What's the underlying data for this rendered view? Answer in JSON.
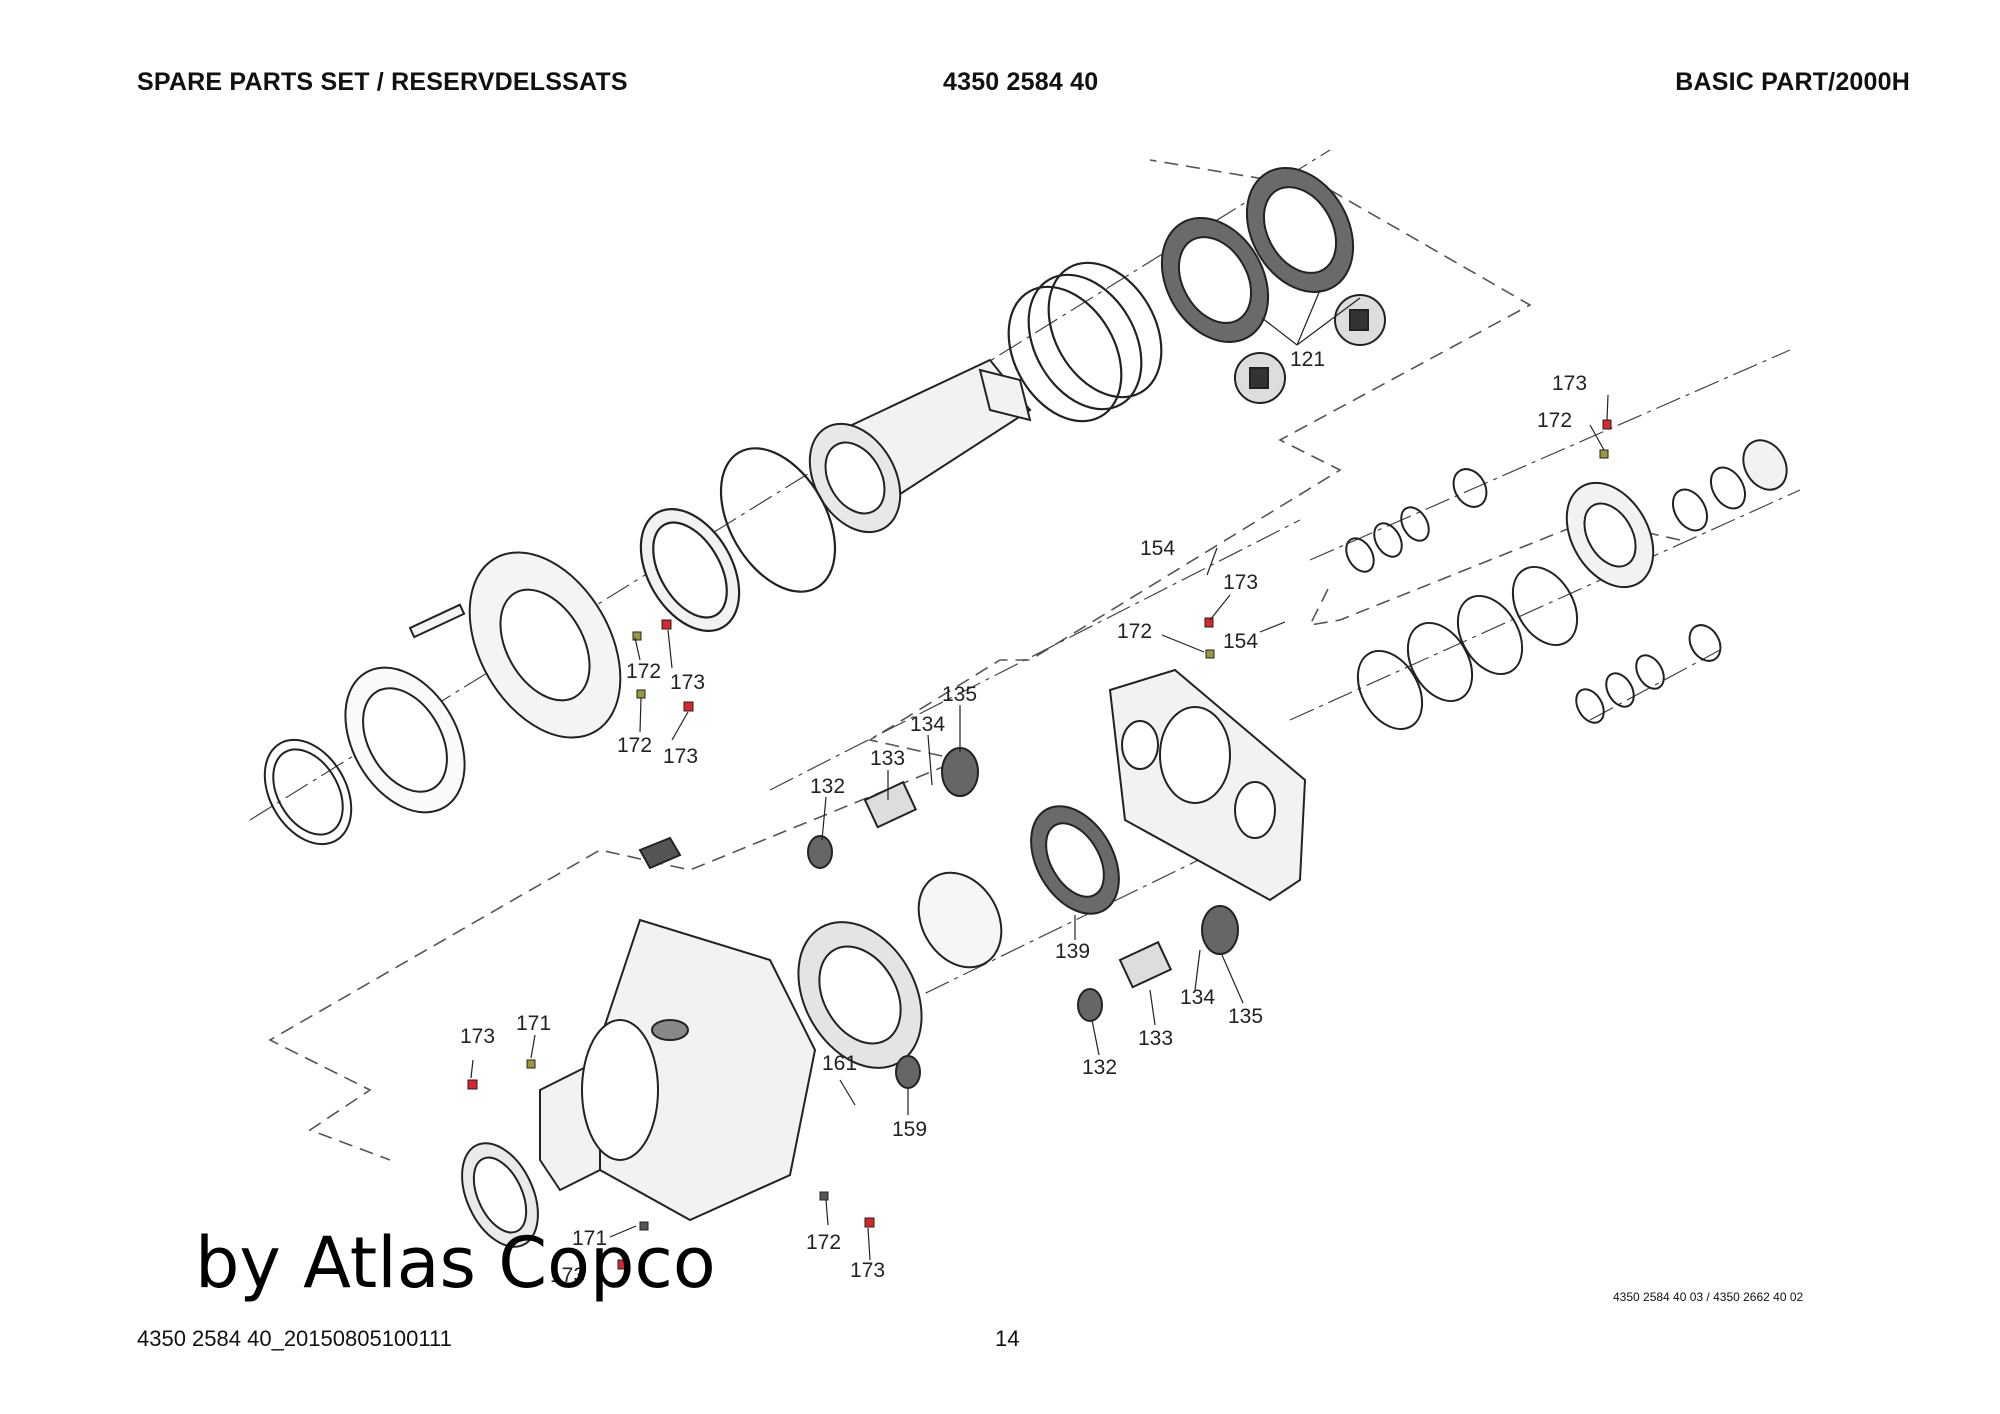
{
  "header": {
    "left_title": "SPARE PARTS SET / RESERVDELSSATS",
    "center_number": "4350 2584 40",
    "right_title": "BASIC PART/2000H"
  },
  "footer": {
    "doc_id": "4350 2584 40_20150805100111",
    "page_number": "14",
    "drawing_ref": "4350 2584 40 03 / 4350 2662 40 02"
  },
  "watermark": "by Atlas Copco",
  "callouts": {
    "c121": "121",
    "c173_top_right": "173",
    "c172_top_right": "172",
    "c154_a": "154",
    "c173_mid": "173",
    "c172_mid": "172",
    "c154_b": "154",
    "c172_left_a": "172",
    "c173_left_a": "173",
    "c172_left_b": "172",
    "c173_left_b": "173",
    "c135_a": "135",
    "c134_a": "134",
    "c133_a": "133",
    "c132_a": "132",
    "c139": "139",
    "c134_b": "134",
    "c135_b": "135",
    "c133_b": "133",
    "c132_b": "132",
    "c161": "161",
    "c159": "159",
    "c173_housing": "173",
    "c171_housing": "171",
    "c171_bottom": "171",
    "c173_bottom": "173",
    "c172_bottom": "172",
    "c173_bottom_b": "173"
  },
  "colors": {
    "line": "#222222",
    "dash": "#555555",
    "part_fill": "#f2f2f2",
    "dark_fill": "#555555",
    "plug_red": "#d9262c",
    "plug_olive": "#9a9a3a"
  }
}
